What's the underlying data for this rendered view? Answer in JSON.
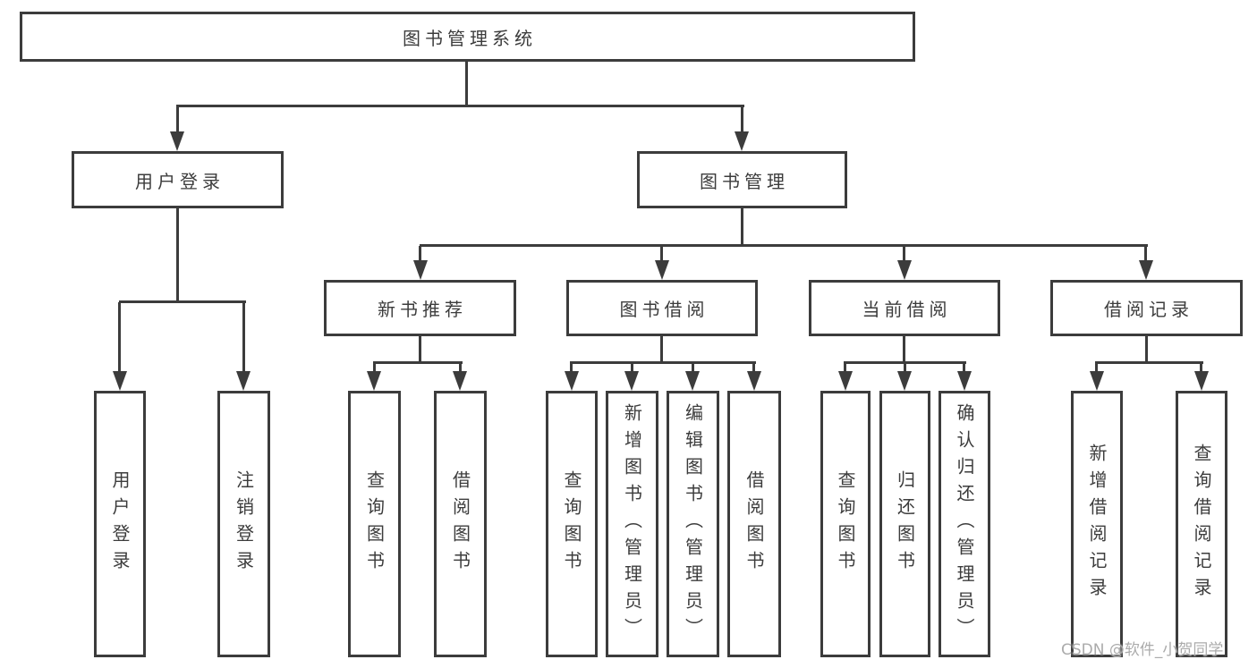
{
  "tree": {
    "label": "图书管理系统",
    "children": [
      {
        "label": "用户登录",
        "children": [
          {
            "label": "用户登录"
          },
          {
            "label": "注销登录"
          }
        ]
      },
      {
        "label": "图书管理",
        "children": [
          {
            "label": "新书推荐",
            "children": [
              {
                "label": "查询图书"
              },
              {
                "label": "借阅图书"
              }
            ]
          },
          {
            "label": "图书借阅",
            "children": [
              {
                "label": "查询图书"
              },
              {
                "label": "新增图书（管理员）"
              },
              {
                "label": "编辑图书（管理员）"
              },
              {
                "label": "借阅图书"
              }
            ]
          },
          {
            "label": "当前借阅",
            "children": [
              {
                "label": "查询图书"
              },
              {
                "label": "归还图书"
              },
              {
                "label": "确认归还（管理员）"
              }
            ]
          },
          {
            "label": "借阅记录",
            "children": [
              {
                "label": "新增借阅记录"
              },
              {
                "label": "查询借阅记录"
              }
            ]
          }
        ]
      }
    ]
  },
  "watermark": {
    "text": "CSDN @软件_小贺同学"
  },
  "colors": {
    "line": "#3c3c3c",
    "text": "#3c3c3c",
    "watermark": "#ababab",
    "background": "#ffffff"
  }
}
